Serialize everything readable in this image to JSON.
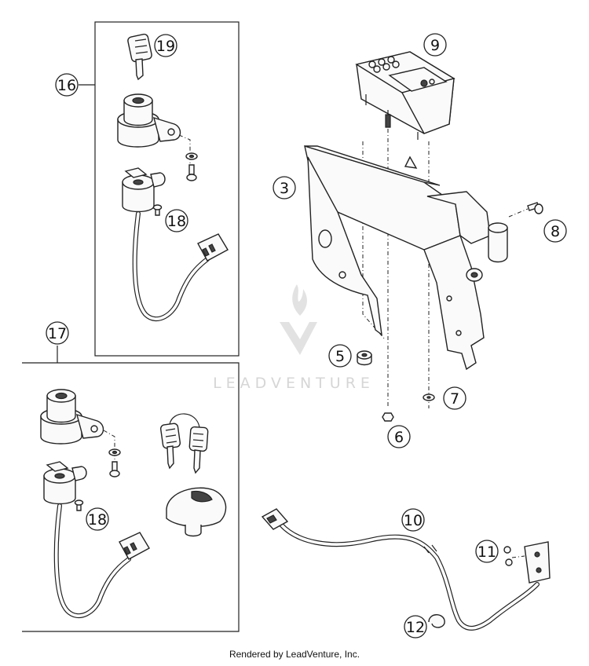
{
  "callouts": {
    "c19": "19",
    "c16": "16",
    "c18a": "18",
    "c17": "17",
    "c18b": "18",
    "c9": "9",
    "c3": "3",
    "c8": "8",
    "c5": "5",
    "c7": "7",
    "c6": "6",
    "c10": "10",
    "c11": "11",
    "c12": "12"
  },
  "watermark": {
    "text": "LEADVENTURE"
  },
  "footer": {
    "text": "Rendered by LeadVenture, Inc."
  }
}
